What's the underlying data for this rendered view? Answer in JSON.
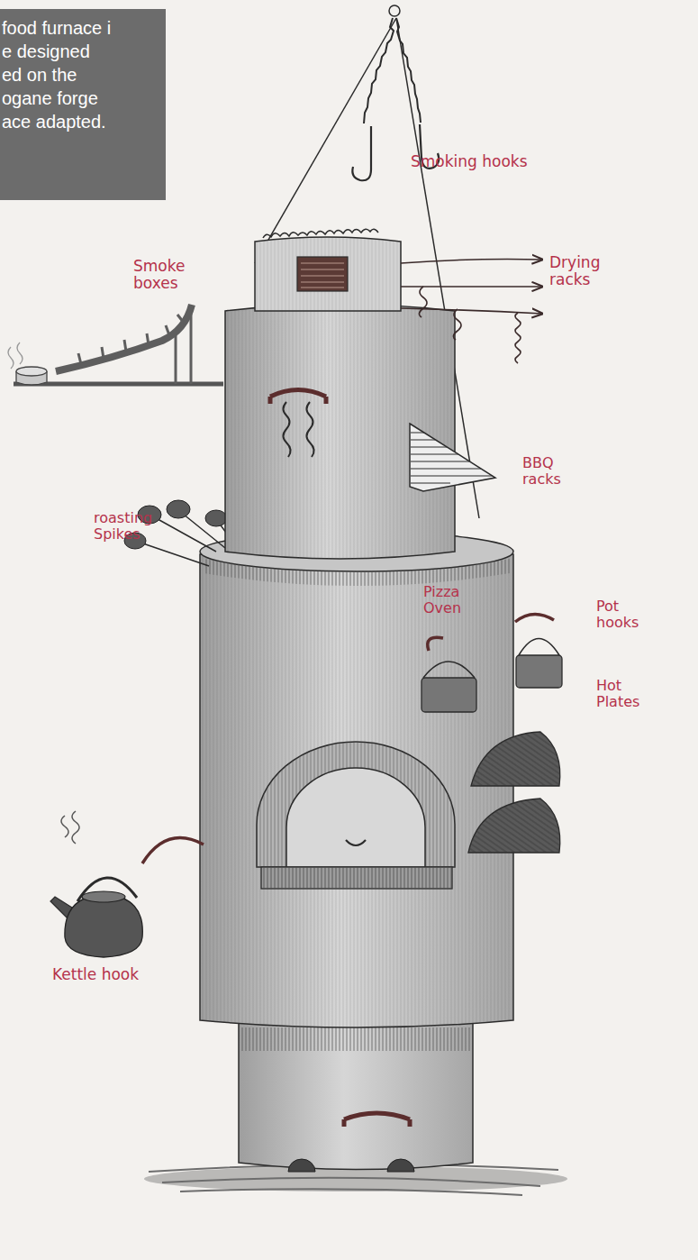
{
  "diagram": {
    "nodes": [
      {
        "text": [
          "food furnace i e designed ed on the ogane forge ace adapted."
        ]
      }
    ],
    "labels": [
      "Smoking hooks",
      "Smoke boxes",
      "Drying racks",
      "BBQ racks",
      "roasting Spikes",
      "Pizza Oven",
      "Pot hooks",
      "Hot Plates",
      "Kettle hook"
    ]
  }
}
